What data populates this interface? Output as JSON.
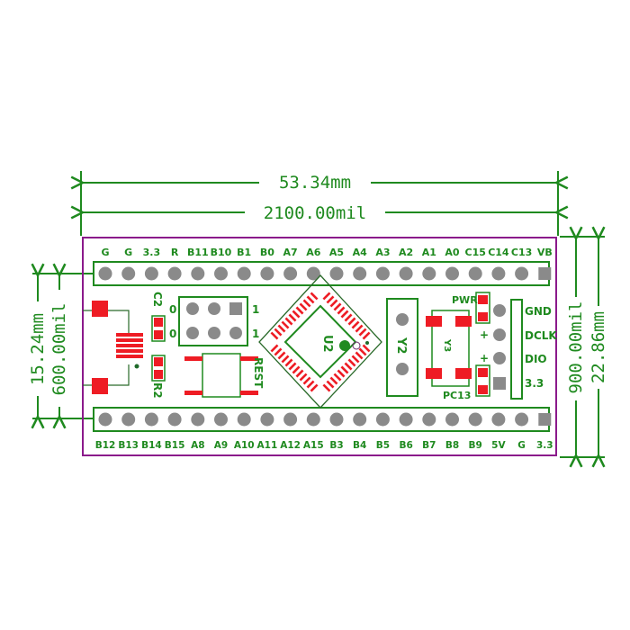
{
  "colors": {
    "silkscreen": "#1f8a1f",
    "board_outline": "#8b1a8b",
    "pad": "#ee1c24",
    "pin": "#8a8a8a",
    "background": "#ffffff"
  },
  "dimensions": {
    "width_mm": "53.34mm",
    "width_mil": "2100.00mil",
    "height_mm": "22.86mm",
    "height_mil": "900.00mil",
    "pin_spacing_mm": "15.24mm",
    "pin_spacing_mil": "600.00mil"
  },
  "top_header": {
    "labels": [
      "G",
      "G",
      "3.3",
      "R",
      "B11",
      "B10",
      "B1",
      "B0",
      "A7",
      "A6",
      "A5",
      "A4",
      "A3",
      "A2",
      "A1",
      "A0",
      "C15",
      "C14",
      "C13",
      "VB"
    ]
  },
  "bottom_header": {
    "labels": [
      "B12",
      "B13",
      "B14",
      "B15",
      "A8",
      "A9",
      "A10",
      "A11",
      "A12",
      "A15",
      "B3",
      "B4",
      "B5",
      "B6",
      "B7",
      "B8",
      "B9",
      "5V",
      "G",
      "3.3"
    ]
  },
  "components": {
    "c2": "C2",
    "r2": "R2",
    "boot_jumper": {
      "left_labels": [
        "0",
        "0"
      ],
      "right_labels": [
        "1",
        "1"
      ]
    },
    "reset_button": "REST",
    "mcu": "U2",
    "crystal_y2": "Y2",
    "crystal_y3": "Y3",
    "led_pwr": "PWR",
    "led_pc13": "PC13",
    "plus_sign": "+"
  },
  "swd_header": {
    "labels": [
      "GND",
      "DCLK",
      "DIO",
      "3.3"
    ]
  }
}
